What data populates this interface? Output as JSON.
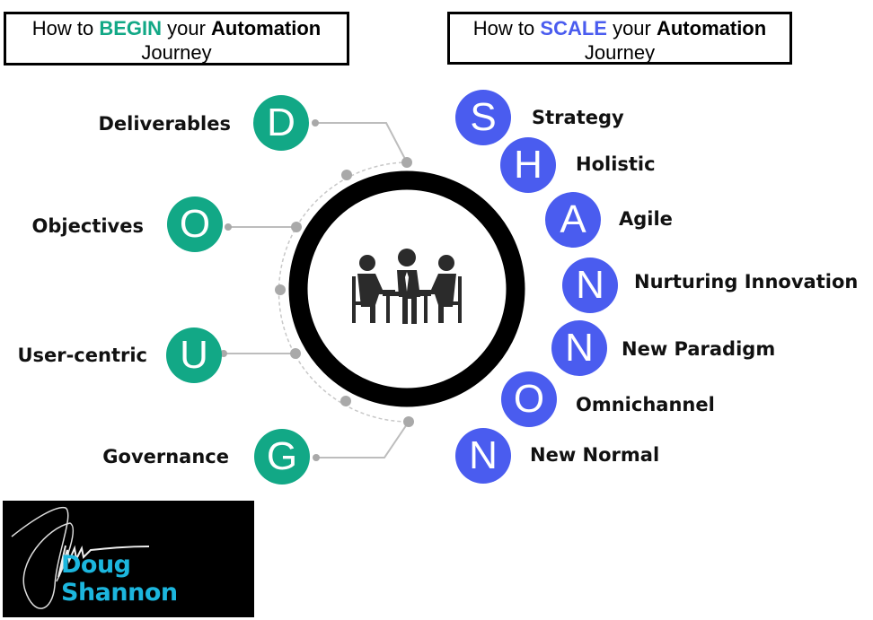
{
  "headers": {
    "begin": {
      "prefix": "How to ",
      "highlight": "BEGIN",
      "middle": " your ",
      "bold": "Automation",
      "suffix": "Journey",
      "highlight_color": "#12a886"
    },
    "scale": {
      "prefix": "How to ",
      "highlight": "SCALE",
      "middle": " your ",
      "bold": "Automation",
      "suffix": "Journey",
      "highlight_color": "#4a5cef"
    }
  },
  "begin_items": [
    {
      "letter": "D",
      "label": "Deliverables"
    },
    {
      "letter": "O",
      "label": "Objectives"
    },
    {
      "letter": "U",
      "label": "User-centric"
    },
    {
      "letter": "G",
      "label": "Governance"
    }
  ],
  "scale_items": [
    {
      "letter": "S",
      "label": "Strategy"
    },
    {
      "letter": "H",
      "label": "Holistic"
    },
    {
      "letter": "A",
      "label": "Agile"
    },
    {
      "letter": "N",
      "label": "Nurturing Innovation"
    },
    {
      "letter": "N",
      "label": "New Paradigm"
    },
    {
      "letter": "O",
      "label": "Omnichannel"
    },
    {
      "letter": "N",
      "label": "New Normal"
    }
  ],
  "center_icon": "meeting-people-icon",
  "logo": {
    "name": "Doug Shannon"
  },
  "colors": {
    "green": "#12a886",
    "blue": "#4a5cef",
    "logo_text": "#1cb6de"
  }
}
